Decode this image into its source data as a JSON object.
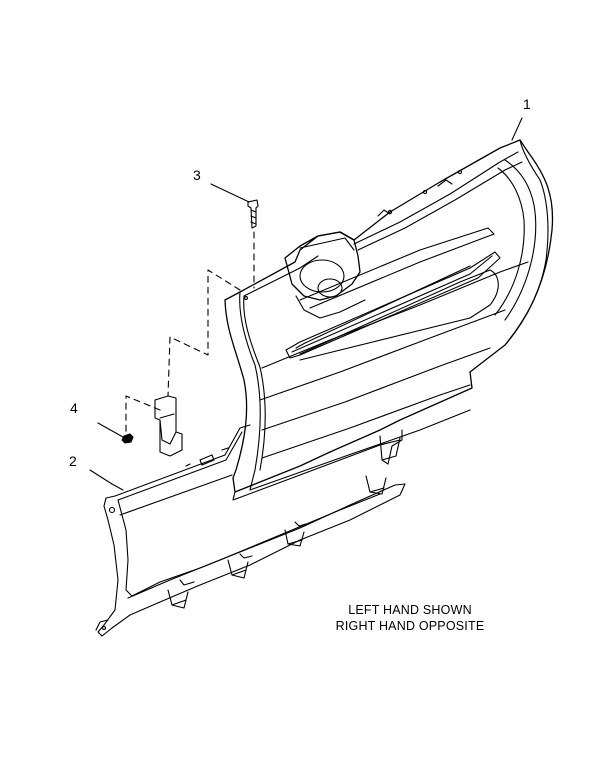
{
  "callouts": [
    {
      "id": "1"
    },
    {
      "id": "2"
    },
    {
      "id": "3"
    },
    {
      "id": "4"
    }
  ],
  "note": {
    "line1": "LEFT HAND SHOWN",
    "line2": "RIGHT HAND OPPOSITE"
  },
  "colors": {
    "ink": "#000000",
    "paper": "#ffffff"
  }
}
